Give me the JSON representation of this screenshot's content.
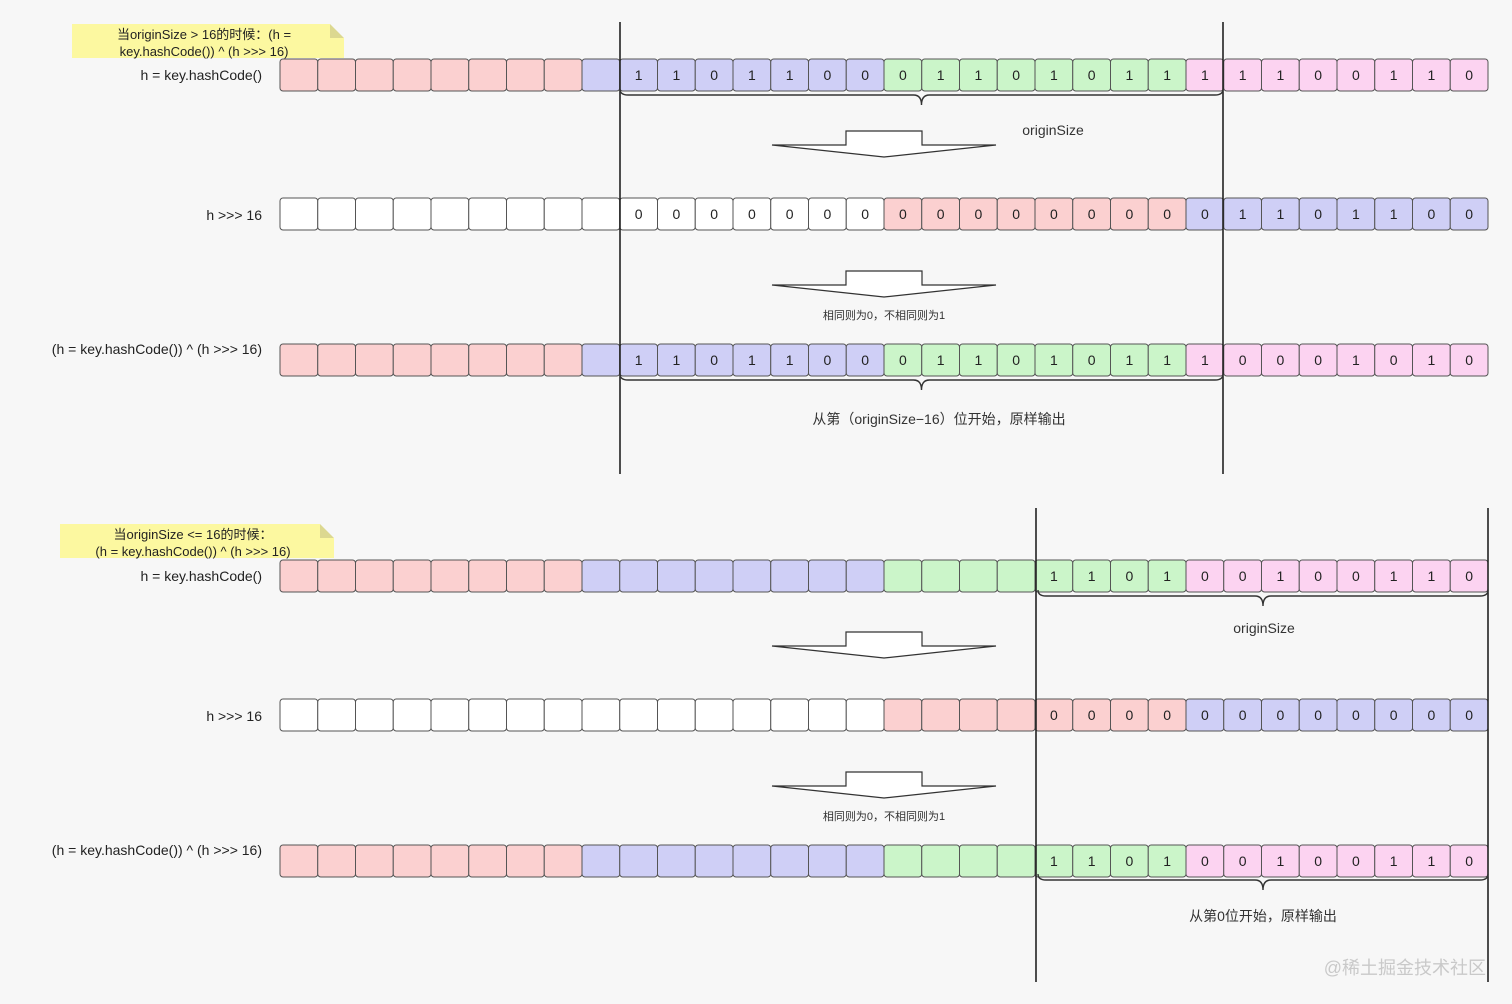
{
  "colors": {
    "red": "#fbd0d0",
    "blue": "#cfcff6",
    "green": "#cbf5c9",
    "pink": "#fcd3f1",
    "white": "#ffffff",
    "cell_border": "#555555",
    "divider": "#222222"
  },
  "sections": [
    {
      "note_lines": [
        "当originSize > 16的时候：(h =",
        "key.hashCode()) ^ (h >>> 16)"
      ],
      "rows": [
        {
          "label": "h = key.hashCode()",
          "colors": [
            "red",
            "red",
            "red",
            "red",
            "red",
            "red",
            "red",
            "red",
            "blue",
            "blue",
            "blue",
            "blue",
            "blue",
            "blue",
            "blue",
            "blue",
            "green",
            "green",
            "green",
            "green",
            "green",
            "green",
            "green",
            "green",
            "pink",
            "pink",
            "pink",
            "pink",
            "pink",
            "pink",
            "pink",
            "pink"
          ],
          "values": [
            "",
            "",
            "",
            "",
            "",
            "",
            "",
            "",
            "",
            "1",
            "1",
            "0",
            "1",
            "1",
            "0",
            "0",
            "0",
            "1",
            "1",
            "0",
            "1",
            "0",
            "1",
            "1",
            "1",
            "1",
            "1",
            "0",
            "0",
            "1",
            "1",
            "0"
          ]
        },
        {
          "label": "h >>> 16",
          "colors": [
            "white",
            "white",
            "white",
            "white",
            "white",
            "white",
            "white",
            "white",
            "white",
            "white",
            "white",
            "white",
            "white",
            "white",
            "white",
            "white",
            "red",
            "red",
            "red",
            "red",
            "red",
            "red",
            "red",
            "red",
            "blue",
            "blue",
            "blue",
            "blue",
            "blue",
            "blue",
            "blue",
            "blue"
          ],
          "values": [
            "",
            "",
            "",
            "",
            "",
            "",
            "",
            "",
            "",
            "0",
            "0",
            "0",
            "0",
            "0",
            "0",
            "0",
            "0",
            "0",
            "0",
            "0",
            "0",
            "0",
            "0",
            "0",
            "0",
            "1",
            "1",
            "0",
            "1",
            "1",
            "0",
            "0"
          ]
        },
        {
          "label": "(h = key.hashCode()) ^ (h >>> 16)",
          "colors": [
            "red",
            "red",
            "red",
            "red",
            "red",
            "red",
            "red",
            "red",
            "blue",
            "blue",
            "blue",
            "blue",
            "blue",
            "blue",
            "blue",
            "blue",
            "green",
            "green",
            "green",
            "green",
            "green",
            "green",
            "green",
            "green",
            "pink",
            "pink",
            "pink",
            "pink",
            "pink",
            "pink",
            "pink",
            "pink"
          ],
          "values": [
            "",
            "",
            "",
            "",
            "",
            "",
            "",
            "",
            "",
            "1",
            "1",
            "0",
            "1",
            "1",
            "0",
            "0",
            "0",
            "1",
            "1",
            "0",
            "1",
            "0",
            "1",
            "1",
            "1",
            "0",
            "0",
            "0",
            "1",
            "0",
            "1",
            "0"
          ]
        }
      ],
      "brace1_label": "originSize",
      "arrow2_caption": "相同则为0，不相同则为1",
      "brace2_label": "从第（originSize−16）位开始，原样输出"
    },
    {
      "note_lines": [
        "当originSize <= 16的时候：",
        "(h = key.hashCode()) ^ (h >>> 16)"
      ],
      "rows": [
        {
          "label": "h = key.hashCode()",
          "colors": [
            "red",
            "red",
            "red",
            "red",
            "red",
            "red",
            "red",
            "red",
            "blue",
            "blue",
            "blue",
            "blue",
            "blue",
            "blue",
            "blue",
            "blue",
            "green",
            "green",
            "green",
            "green",
            "green",
            "green",
            "green",
            "green",
            "pink",
            "pink",
            "pink",
            "pink",
            "pink",
            "pink",
            "pink",
            "pink"
          ],
          "values": [
            "",
            "",
            "",
            "",
            "",
            "",
            "",
            "",
            "",
            "",
            "",
            "",
            "",
            "",
            "",
            "",
            "",
            "",
            "",
            "",
            "1",
            "1",
            "0",
            "1",
            "0",
            "0",
            "1",
            "0",
            "0",
            "1",
            "1",
            "0"
          ]
        },
        {
          "label": "h >>> 16",
          "colors": [
            "white",
            "white",
            "white",
            "white",
            "white",
            "white",
            "white",
            "white",
            "white",
            "white",
            "white",
            "white",
            "white",
            "white",
            "white",
            "white",
            "red",
            "red",
            "red",
            "red",
            "red",
            "red",
            "red",
            "red",
            "blue",
            "blue",
            "blue",
            "blue",
            "blue",
            "blue",
            "blue",
            "blue"
          ],
          "values": [
            "",
            "",
            "",
            "",
            "",
            "",
            "",
            "",
            "",
            "",
            "",
            "",
            "",
            "",
            "",
            "",
            "",
            "",
            "",
            "",
            "0",
            "0",
            "0",
            "0",
            "0",
            "0",
            "0",
            "0",
            "0",
            "0",
            "0",
            "0"
          ]
        },
        {
          "label": "(h = key.hashCode()) ^ (h >>> 16)",
          "colors": [
            "red",
            "red",
            "red",
            "red",
            "red",
            "red",
            "red",
            "red",
            "blue",
            "blue",
            "blue",
            "blue",
            "blue",
            "blue",
            "blue",
            "blue",
            "green",
            "green",
            "green",
            "green",
            "green",
            "green",
            "green",
            "green",
            "pink",
            "pink",
            "pink",
            "pink",
            "pink",
            "pink",
            "pink",
            "pink"
          ],
          "values": [
            "",
            "",
            "",
            "",
            "",
            "",
            "",
            "",
            "",
            "",
            "",
            "",
            "",
            "",
            "",
            "",
            "",
            "",
            "",
            "",
            "1",
            "1",
            "0",
            "1",
            "0",
            "0",
            "1",
            "0",
            "0",
            "1",
            "1",
            "0"
          ]
        }
      ],
      "brace1_label": "originSize",
      "arrow2_caption": "相同则为0，不相同则为1",
      "brace2_label": "从第0位开始，原样输出"
    }
  ],
  "watermark": "@稀土掘金技术社区"
}
